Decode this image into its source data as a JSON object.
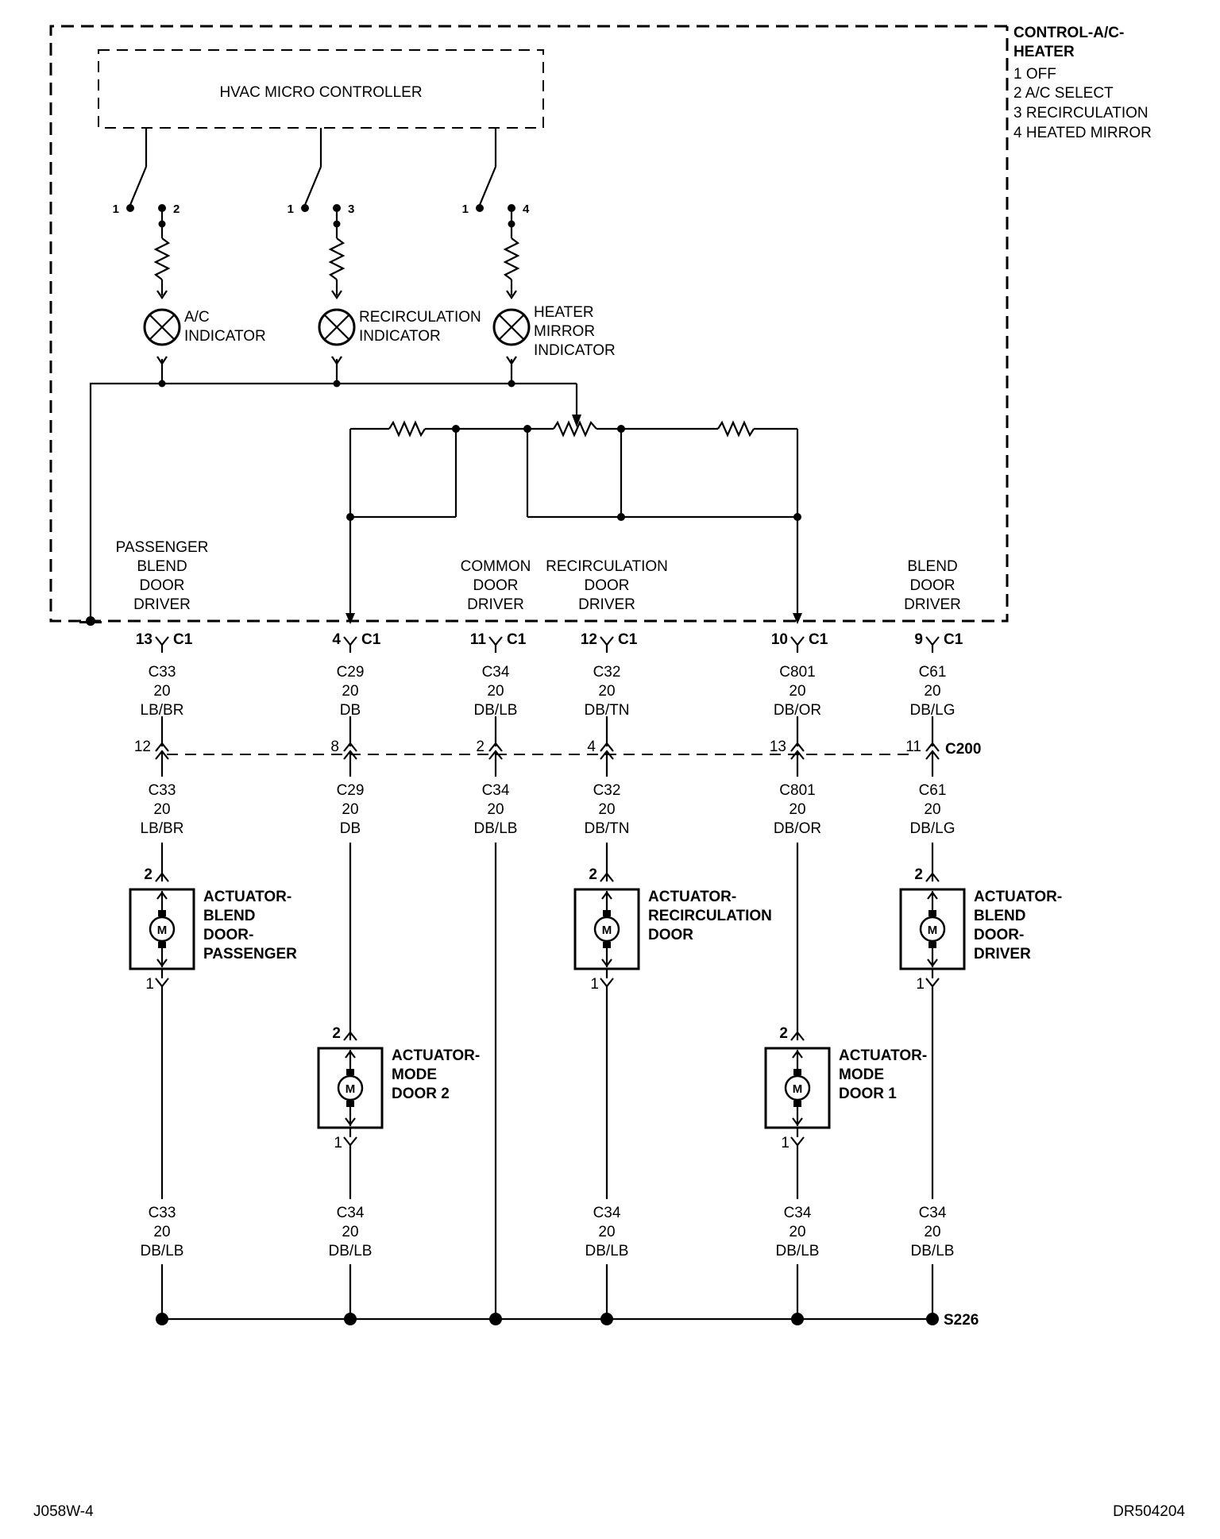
{
  "module": {
    "title_lines": [
      "CONTROL-A/C-",
      "HEATER"
    ],
    "legend": [
      "1 OFF",
      "2 A/C SELECT",
      "3 RECIRCULATION",
      "4 HEATED MIRROR"
    ],
    "controller_label": "HVAC MICRO CONTROLLER"
  },
  "switches": [
    {
      "pos_a": "1",
      "pos_b": "2"
    },
    {
      "pos_a": "1",
      "pos_b": "3"
    },
    {
      "pos_a": "1",
      "pos_b": "4"
    }
  ],
  "indicators": [
    {
      "lines": [
        "A/C",
        "INDICATOR"
      ]
    },
    {
      "lines": [
        "RECIRCULATION",
        "INDICATOR"
      ]
    },
    {
      "lines": [
        "HEATER",
        "MIRROR",
        "INDICATOR"
      ]
    }
  ],
  "module_outputs": [
    {
      "lines": [
        "PASSENGER",
        "BLEND",
        "DOOR",
        "DRIVER"
      ]
    },
    {
      "lines": [
        "COMMON",
        "DOOR",
        "DRIVER"
      ]
    },
    {
      "lines": [
        "RECIRCULATION",
        "DOOR",
        "DRIVER"
      ]
    },
    {
      "lines": [
        "BLEND",
        "DOOR",
        "DRIVER"
      ]
    }
  ],
  "c1_pins": [
    {
      "pin": "13",
      "conn": "C1"
    },
    {
      "pin": "4",
      "conn": "C1"
    },
    {
      "pin": "11",
      "conn": "C1"
    },
    {
      "pin": "12",
      "conn": "C1"
    },
    {
      "pin": "10",
      "conn": "C1"
    },
    {
      "pin": "9",
      "conn": "C1"
    }
  ],
  "upper_wires": [
    {
      "circuit": "C33",
      "gauge": "20",
      "color": "LB/BR"
    },
    {
      "circuit": "C29",
      "gauge": "20",
      "color": "DB"
    },
    {
      "circuit": "C34",
      "gauge": "20",
      "color": "DB/LB"
    },
    {
      "circuit": "C32",
      "gauge": "20",
      "color": "DB/TN"
    },
    {
      "circuit": "C801",
      "gauge": "20",
      "color": "DB/OR"
    },
    {
      "circuit": "C61",
      "gauge": "20",
      "color": "DB/LG"
    }
  ],
  "c200": {
    "label": "C200",
    "pins": [
      "12",
      "8",
      "2",
      "4",
      "13",
      "11"
    ]
  },
  "lower_wires": [
    {
      "circuit": "C33",
      "gauge": "20",
      "color": "LB/BR"
    },
    {
      "circuit": "C29",
      "gauge": "20",
      "color": "DB"
    },
    {
      "circuit": "C34",
      "gauge": "20",
      "color": "DB/LB"
    },
    {
      "circuit": "C32",
      "gauge": "20",
      "color": "DB/TN"
    },
    {
      "circuit": "C801",
      "gauge": "20",
      "color": "DB/OR"
    },
    {
      "circuit": "C61",
      "gauge": "20",
      "color": "DB/LG"
    }
  ],
  "actuators": [
    {
      "lines": [
        "ACTUATOR-",
        "BLEND",
        "DOOR-",
        "PASSENGER"
      ],
      "pin_top": "2",
      "pin_bottom": "1",
      "motor": "M"
    },
    {
      "lines": [
        "ACTUATOR-",
        "RECIRCULATION",
        "DOOR"
      ],
      "pin_top": "2",
      "pin_bottom": "1",
      "motor": "M"
    },
    {
      "lines": [
        "ACTUATOR-",
        "BLEND",
        "DOOR-",
        "DRIVER"
      ],
      "pin_top": "2",
      "pin_bottom": "1",
      "motor": "M"
    },
    {
      "lines": [
        "ACTUATOR-",
        "MODE",
        "DOOR 2"
      ],
      "pin_top": "2",
      "pin_bottom": "1",
      "motor": "M"
    },
    {
      "lines": [
        "ACTUATOR-",
        "MODE",
        "DOOR 1"
      ],
      "pin_top": "2",
      "pin_bottom": "1",
      "motor": "M"
    }
  ],
  "ground_wires": [
    {
      "circuit": "C33",
      "gauge": "20",
      "color": "DB/LB"
    },
    {
      "circuit": "C34",
      "gauge": "20",
      "color": "DB/LB"
    },
    {
      "circuit": "C34",
      "gauge": "20",
      "color": "DB/LB"
    },
    {
      "circuit": "C34",
      "gauge": "20",
      "color": "DB/LB"
    },
    {
      "circuit": "C34",
      "gauge": "20",
      "color": "DB/LB"
    }
  ],
  "splice": "S226",
  "footer": {
    "left": "J058W-4",
    "right": "DR504204"
  }
}
